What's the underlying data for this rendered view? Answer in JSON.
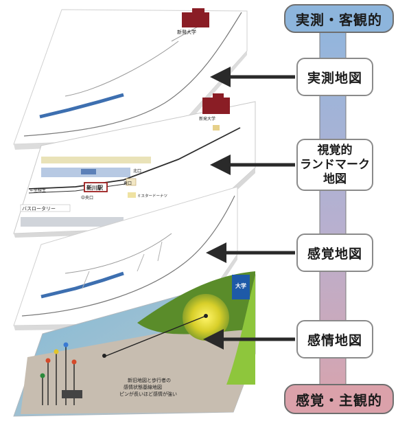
{
  "scale": {
    "top_label": "実測・客観的",
    "bottom_label": "感覚・主観的",
    "top_color": "#7ea6cf",
    "bottom_color": "#d79aa4"
  },
  "levels": [
    {
      "label_lines": [
        "実測地図"
      ]
    },
    {
      "label_lines": [
        "視覚的",
        "ランドマーク",
        "地図"
      ]
    },
    {
      "label_lines": [
        "感覚地図"
      ]
    },
    {
      "label_lines": [
        "感情地図"
      ]
    }
  ],
  "map_labels": {
    "university": "新発大学",
    "university_2": "新発大学",
    "station": "新川駅",
    "north_exit": "北口",
    "middle_exit": "中央口",
    "east_exit": "東口",
    "west_line": "←至緑生",
    "bus_rotary": "バスロータリー",
    "store": "ミスタードーナツ",
    "daigaku": "大学",
    "caption_line1": "新旧地図と歩行者の",
    "caption_line2": "感情状態基線地図",
    "caption_line3": "ピンが長いほど感情が強い"
  }
}
